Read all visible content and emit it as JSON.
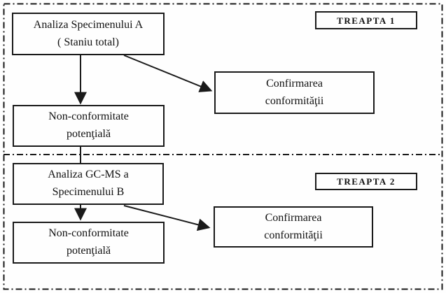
{
  "colors": {
    "ink": "#1a1a1a",
    "background": "#fefefe"
  },
  "stage1": {
    "tag": "TREAPTA 1",
    "analysis_box": {
      "line1": "Analiza Specimenului A",
      "line2": "( Staniu total)"
    },
    "nonconformity_box": {
      "line1": "Non-conformitate",
      "line2": "potenţială"
    },
    "confirmation_box": {
      "line1": "Confirmarea",
      "line2": "conformităţii"
    }
  },
  "stage2": {
    "tag": "TREAPTA 2",
    "analysis_box": {
      "line1": "Analiza GC-MS a",
      "line2": "Specimenului B"
    },
    "nonconformity_box": {
      "line1": "Non-conformitate",
      "line2": "potenţială"
    },
    "confirmation_box": {
      "line1": "Confirmarea",
      "line2": "conformităţii"
    }
  }
}
